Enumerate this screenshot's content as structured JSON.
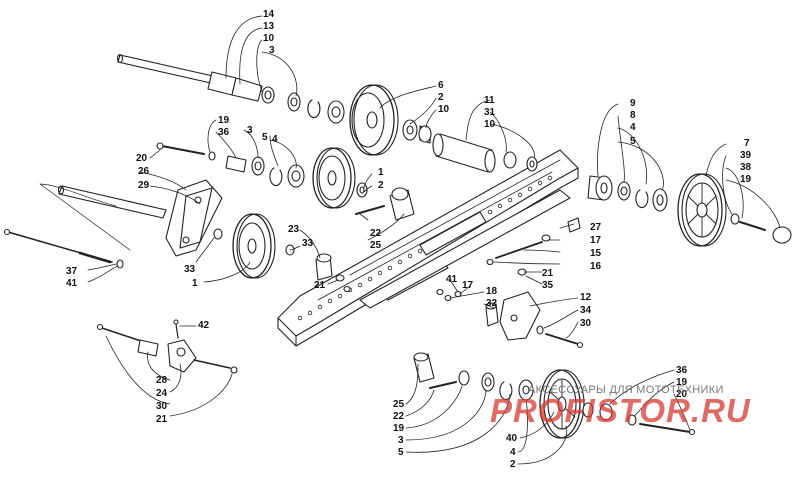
{
  "colors": {
    "line": "#222222",
    "background": "#ffffff",
    "watermark_red": "#d63a32",
    "watermark_gray": "#777777"
  },
  "watermark": {
    "top_text": "АКСЕССУАРЫ ДЛЯ МОТОТЕХНИКИ",
    "logo_text": "PROFISTOR.RU"
  },
  "callouts": {
    "c14a": "14",
    "c13a": "13",
    "c10a": "10",
    "c3a": "3",
    "c6a": "6",
    "c2a": "2",
    "c10b": "10",
    "c11": "11",
    "c31": "31",
    "c10c": "10",
    "c9": "9",
    "c8": "8",
    "c4a": "4",
    "c5a": "5",
    "c7": "7",
    "c39": "39",
    "c38": "38",
    "c19a": "19",
    "c19b": "19",
    "c36a": "36",
    "c3b": "3",
    "c5b": "5",
    "c4b": "4",
    "c20a": "20",
    "c26": "26",
    "c29": "29",
    "c1a": "1",
    "c2b": "2",
    "c22a": "22",
    "c25a": "25",
    "c23": "23",
    "c33a": "33",
    "c33b": "33",
    "c1b": "1",
    "c27": "27",
    "c17a": "17",
    "c15": "15",
    "c16": "16",
    "c37": "37",
    "c41a": "41",
    "c21a": "21",
    "c41b": "41",
    "c17b": "17",
    "c18": "18",
    "c21b": "21",
    "c35": "35",
    "c32": "32",
    "c12": "12",
    "c34": "34",
    "c30a": "30",
    "c42": "42",
    "c28": "28",
    "c24": "24",
    "c30b": "30",
    "c21c": "21",
    "c25b": "25",
    "c22b": "22",
    "c19c": "19",
    "c3c": "3",
    "c5c": "5",
    "c36b": "36",
    "c19d": "19",
    "c20b": "20",
    "c40": "40",
    "c4c": "4",
    "c2c": "2"
  }
}
